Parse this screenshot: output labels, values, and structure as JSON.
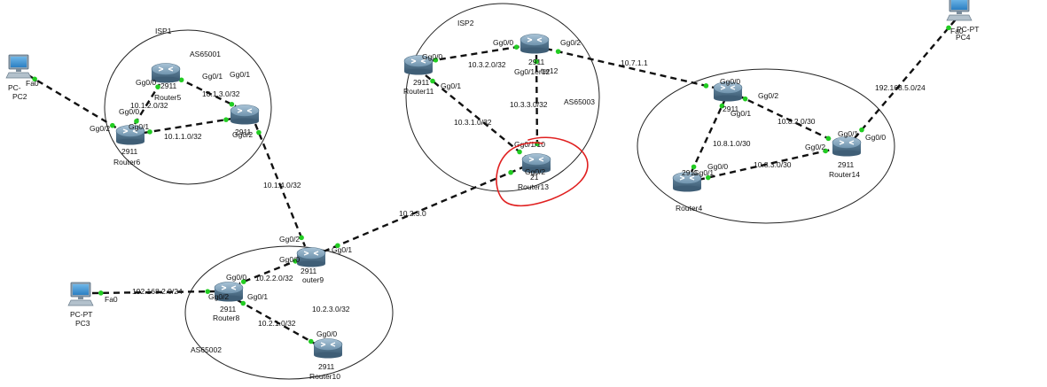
{
  "areas": [
    {
      "id": "isp1",
      "name": "ISP1",
      "as": "AS65001"
    },
    {
      "id": "isp2",
      "name": "ISP2",
      "as": "AS65003"
    },
    {
      "id": "as65002",
      "name": "",
      "as": "AS65002"
    },
    {
      "id": "right",
      "name": "",
      "as": ""
    }
  ],
  "devices": [
    {
      "id": "pc2",
      "kind": "pc",
      "line1": "PC-",
      "line2": "PC2"
    },
    {
      "id": "pc3",
      "kind": "pc",
      "line1": "PC-PT",
      "line2": "PC3"
    },
    {
      "id": "pc4",
      "kind": "pc",
      "line1": "PC-PT",
      "line2": "PC4"
    },
    {
      "id": "router5",
      "kind": "router",
      "model": "2911",
      "name": "Router5"
    },
    {
      "id": "router6",
      "kind": "router",
      "model": "2911",
      "name": "Router6"
    },
    {
      "id": "router7",
      "kind": "router",
      "model": "2911",
      "name": ""
    },
    {
      "id": "router8",
      "kind": "router",
      "model": "2911",
      "name": "Router8"
    },
    {
      "id": "router9",
      "kind": "router",
      "model": "2911",
      "name": "outer9"
    },
    {
      "id": "router10",
      "kind": "router",
      "model": "2911",
      "name": "Router10"
    },
    {
      "id": "router11",
      "kind": "router",
      "model": "2911",
      "name": "Router11"
    },
    {
      "id": "router12",
      "kind": "router",
      "model": "2911",
      "name": "ter12"
    },
    {
      "id": "router13",
      "kind": "router",
      "model": "21",
      "name": "Router13"
    },
    {
      "id": "router4",
      "kind": "router",
      "model": "2911",
      "name": "Router4"
    },
    {
      "id": "router14",
      "kind": "router",
      "model": "2911",
      "name": "Router14"
    }
  ],
  "links": [
    {
      "id": "pc2-r6",
      "net": ""
    },
    {
      "id": "r6-r5",
      "net": "10.1.2.0/32"
    },
    {
      "id": "r5-r7",
      "net": "10.1.3.0/32"
    },
    {
      "id": "r6-r7",
      "net": "10.1.1.0/32"
    },
    {
      "id": "r7-r9",
      "net": "10.1.4.0/32"
    },
    {
      "id": "r9-r13",
      "net": "10.2.3.0"
    },
    {
      "id": "r9-r8",
      "net": "10.2.2.0/32"
    },
    {
      "id": "r9-r10",
      "net": "10.2.3.0/32"
    },
    {
      "id": "r8-r10",
      "net": "10.2.1.0/32"
    },
    {
      "id": "pc3-r8",
      "net": "192.168.2.0/24"
    },
    {
      "id": "r11-r12",
      "net": "10.3.2.0/32"
    },
    {
      "id": "r11-r13",
      "net": "10.3.1.0/32"
    },
    {
      "id": "r12-r13",
      "net": "10.3.3.0/32"
    },
    {
      "id": "r12-r4",
      "net": "10.7.1.1"
    },
    {
      "id": "r4-r14",
      "net": "10.8.2.0/30"
    },
    {
      "id": "r4b-r4",
      "net": "10.8.1.0/30"
    },
    {
      "id": "r4b-r14",
      "net": "10.8.3.0/30"
    },
    {
      "id": "r14-pc4",
      "net": "192.168.5.0/24"
    }
  ],
  "ports": [
    "Fa0",
    "Gg0/2",
    "Gg0/0",
    "Gg0/1",
    "Gg0/1",
    "Gg0/0",
    "Gg0/1",
    "Gg0/2",
    "Gg0/2",
    "Gg0/1",
    "Gg0/0",
    "Gg0/0",
    "Gg0/2",
    "Gg0/1",
    "Gg0/0",
    "Fa0",
    "Gg0/0",
    "Gg0/1",
    "Gg0/0",
    "Gg0/1er12",
    "Gg0/2",
    "Gg0/1/10",
    "Gg0/2",
    "Gg0/0",
    "Gg0/2",
    "Gg0/1",
    "Gg0/1",
    "Gg0/0",
    "Gg0/2",
    "Gg0/1",
    "Gg0/0",
    "Fa0"
  ],
  "colors": {
    "link": "#111111",
    "endpoint": "#22cc22",
    "annotation": "#e02020",
    "zone": "#222222"
  }
}
